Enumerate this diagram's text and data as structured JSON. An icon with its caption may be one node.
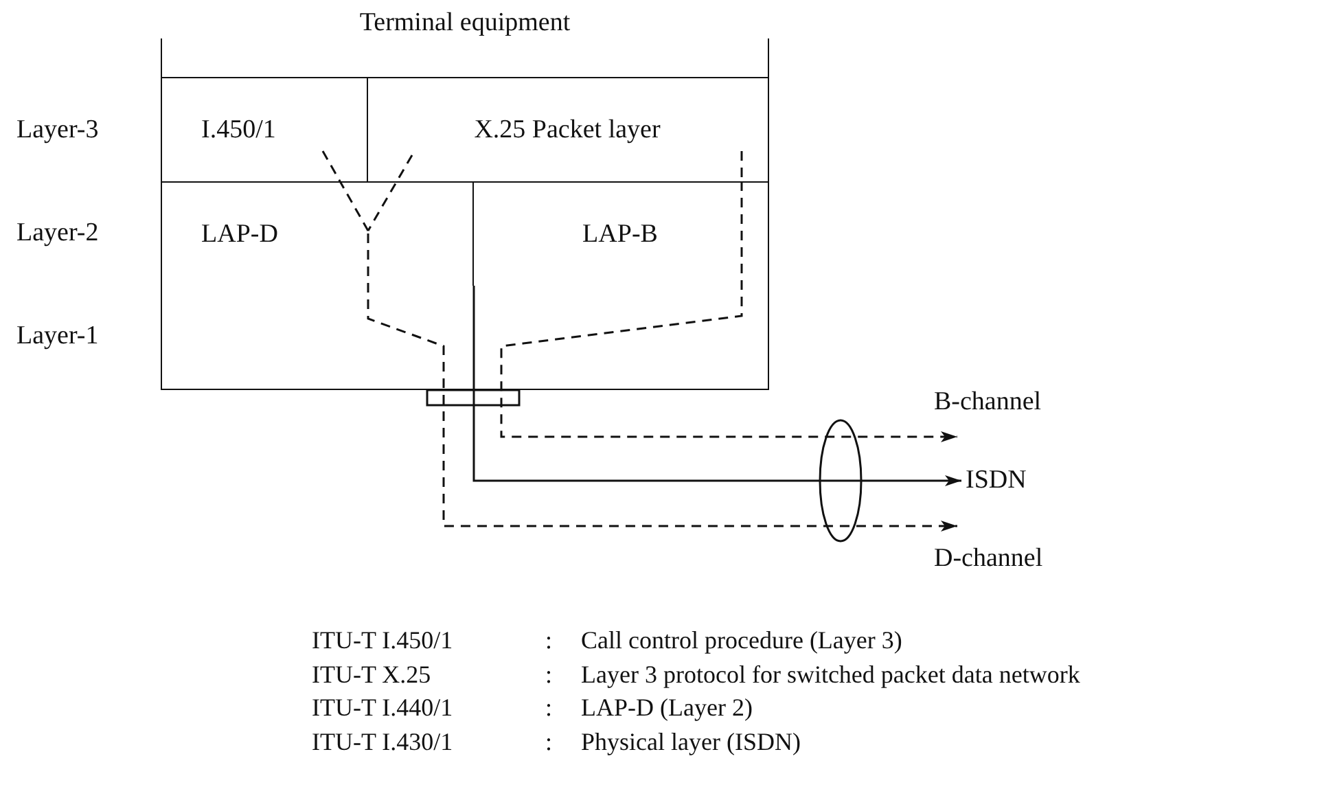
{
  "diagram": {
    "nodes": [
      {
        "text": [
          "Terminal equipment"
        ]
      },
      {
        "text": [
          "I.450/1"
        ],
        "in": 0
      },
      {
        "text": [
          "X.25 Packet layer"
        ],
        "in": 0
      },
      {
        "text": [
          "LAP-D"
        ],
        "in": 0
      },
      {
        "text": [
          "LAP-B"
        ],
        "in": 0
      },
      {
        "text": [
          "B-channel"
        ]
      },
      {
        "text": [
          "ISDN"
        ]
      },
      {
        "text": [
          "D-channel"
        ]
      }
    ],
    "edges": [
      {
        "from": 1,
        "to": 3,
        "arrow": "none",
        "style": "dashed"
      },
      {
        "from": 2,
        "to": 3,
        "arrow": "none",
        "style": "dashed"
      },
      {
        "from": 2,
        "to": 4,
        "arrow": "none",
        "style": "dashed"
      },
      {
        "from": 4,
        "to": 5,
        "arrow": "to",
        "style": "dashed"
      },
      {
        "from": 0,
        "to": 6,
        "arrow": "to"
      },
      {
        "from": 3,
        "to": 7,
        "arrow": "to",
        "style": "dashed"
      }
    ],
    "labels": [
      "Layer-3",
      "Layer-2",
      "Layer-1",
      "ITU-T I.450/1",
      ":",
      "Call control procedure (Layer 3)",
      "ITU-T X.25",
      ":",
      "Layer 3 protocol for switched packet data network",
      "ITU-T I.440/1",
      ":",
      "LAP-D (Layer 2)",
      "ITU-T I.430/1",
      ":",
      "Physical layer (ISDN)"
    ]
  }
}
